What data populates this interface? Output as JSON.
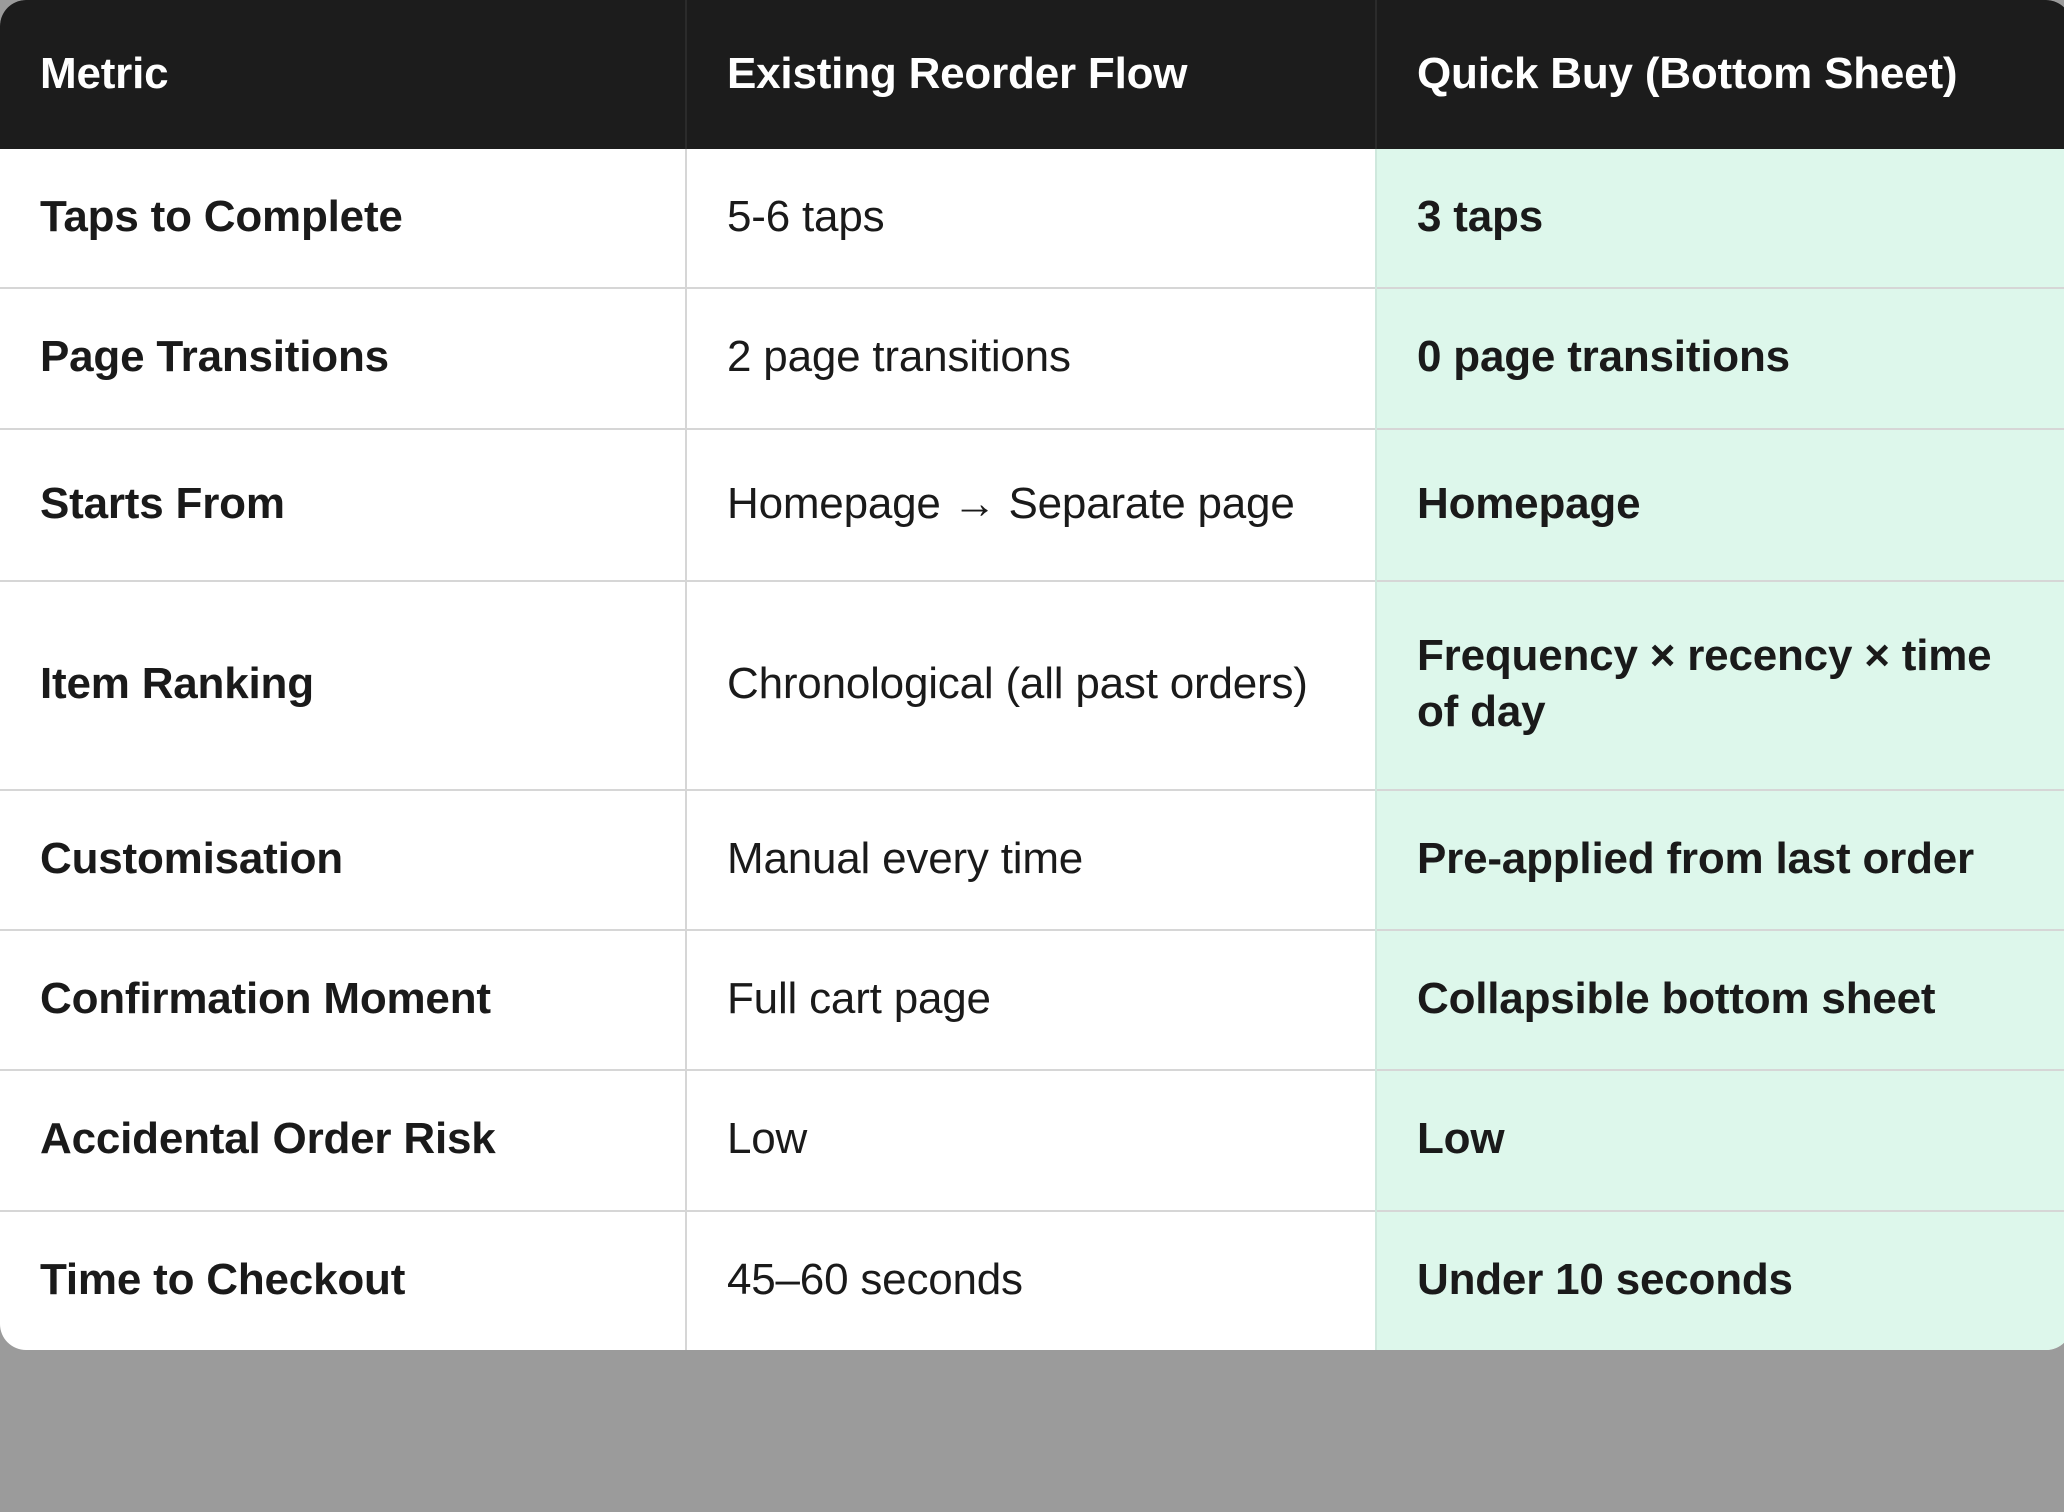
{
  "table": {
    "columns": [
      {
        "key": "metric",
        "label": "Metric"
      },
      {
        "key": "existing",
        "label": "Existing Reorder Flow"
      },
      {
        "key": "quick",
        "label": "Quick Buy (Bottom Sheet)"
      }
    ],
    "rows": [
      {
        "metric": "Taps to Complete",
        "existing": "5-6 taps",
        "quick": "3 taps"
      },
      {
        "metric": "Page Transitions",
        "existing": "2 page transitions",
        "quick": "0 page transitions"
      },
      {
        "metric": "Starts From",
        "existing": "Homepage → Separate page",
        "quick": "Homepage"
      },
      {
        "metric": "Item Ranking",
        "existing": "Chronological (all past orders)",
        "quick": "Frequency × recency × time of day"
      },
      {
        "metric": "Customisation",
        "existing": "Manual every time",
        "quick": "Pre-applied from last order"
      },
      {
        "metric": "Confirmation Moment",
        "existing": "Full cart page",
        "quick": "Collapsible bottom sheet"
      },
      {
        "metric": "Accidental Order Risk",
        "existing": "Low",
        "quick": "Low"
      },
      {
        "metric": "Time to Checkout",
        "existing": "45–60 seconds",
        "quick": "Under 10 seconds"
      }
    ]
  },
  "colors": {
    "header_background": "#1c1c1c",
    "header_text": "#ffffff",
    "body_text": "#1a1a1a",
    "highlight_cell_background": "#ddf7eb",
    "row_divider": "#d6d6d6",
    "page_background": "#9b9b9b"
  }
}
